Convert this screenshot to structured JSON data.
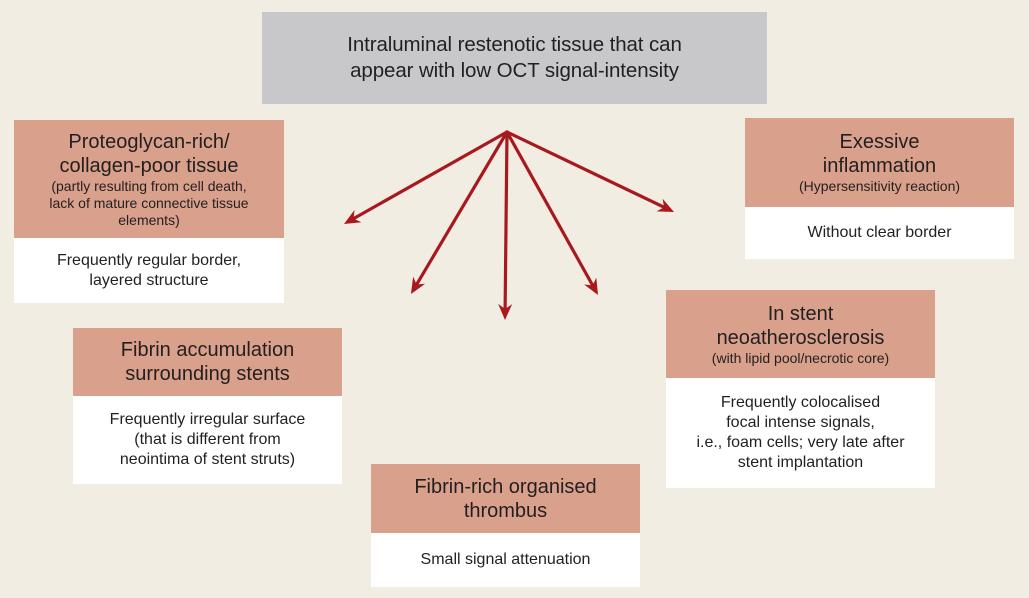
{
  "colors": {
    "background": "#F2EDE2",
    "root_fill": "#C8C8CA",
    "category_fill": "#D9A08B",
    "description_fill": "#FFFFFF",
    "arrow": "#A8191E",
    "text": "#231F20"
  },
  "root": {
    "lines": [
      "Intraluminal restenotic tissue that can",
      "appear with low OCT signal-intensity"
    ]
  },
  "nodes": {
    "proteoglycan": {
      "title_lines": [
        "Proteoglycan-rich/",
        "collagen-poor tissue"
      ],
      "subtitle_lines": [
        "(partly resulting from cell death,",
        "lack of mature connective tissue",
        "elements)"
      ],
      "description_lines": [
        "Frequently regular border,",
        "layered structure"
      ]
    },
    "inflammation": {
      "title_lines": [
        "Exessive",
        "inflammation"
      ],
      "subtitle_lines": [
        "(Hypersensitivity reaction)"
      ],
      "description_lines": [
        "Without clear border"
      ]
    },
    "fibrin_accumulation": {
      "title_lines": [
        "Fibrin accumulation",
        "surrounding stents"
      ],
      "description_lines": [
        "Frequently irregular surface",
        "(that is different from",
        "neointima of stent struts)"
      ]
    },
    "neoatherosclerosis": {
      "title_lines": [
        "In stent",
        "neoatherosclerosis"
      ],
      "subtitle_lines": [
        "(with lipid pool/necrotic core)"
      ],
      "description_lines": [
        "Frequently colocalised",
        "focal intense signals,",
        "i.e., foam cells; very late after",
        "stent implantation"
      ]
    },
    "thrombus": {
      "title_lines": [
        "Fibrin-rich organised",
        "thrombus"
      ],
      "description_lines": [
        "Small signal attenuation"
      ]
    }
  },
  "edges": [
    {
      "from": "root",
      "to": "proteoglycan"
    },
    {
      "from": "root",
      "to": "fibrin_accumulation"
    },
    {
      "from": "root",
      "to": "thrombus"
    },
    {
      "from": "root",
      "to": "neoatherosclerosis"
    },
    {
      "from": "root",
      "to": "inflammation"
    }
  ]
}
